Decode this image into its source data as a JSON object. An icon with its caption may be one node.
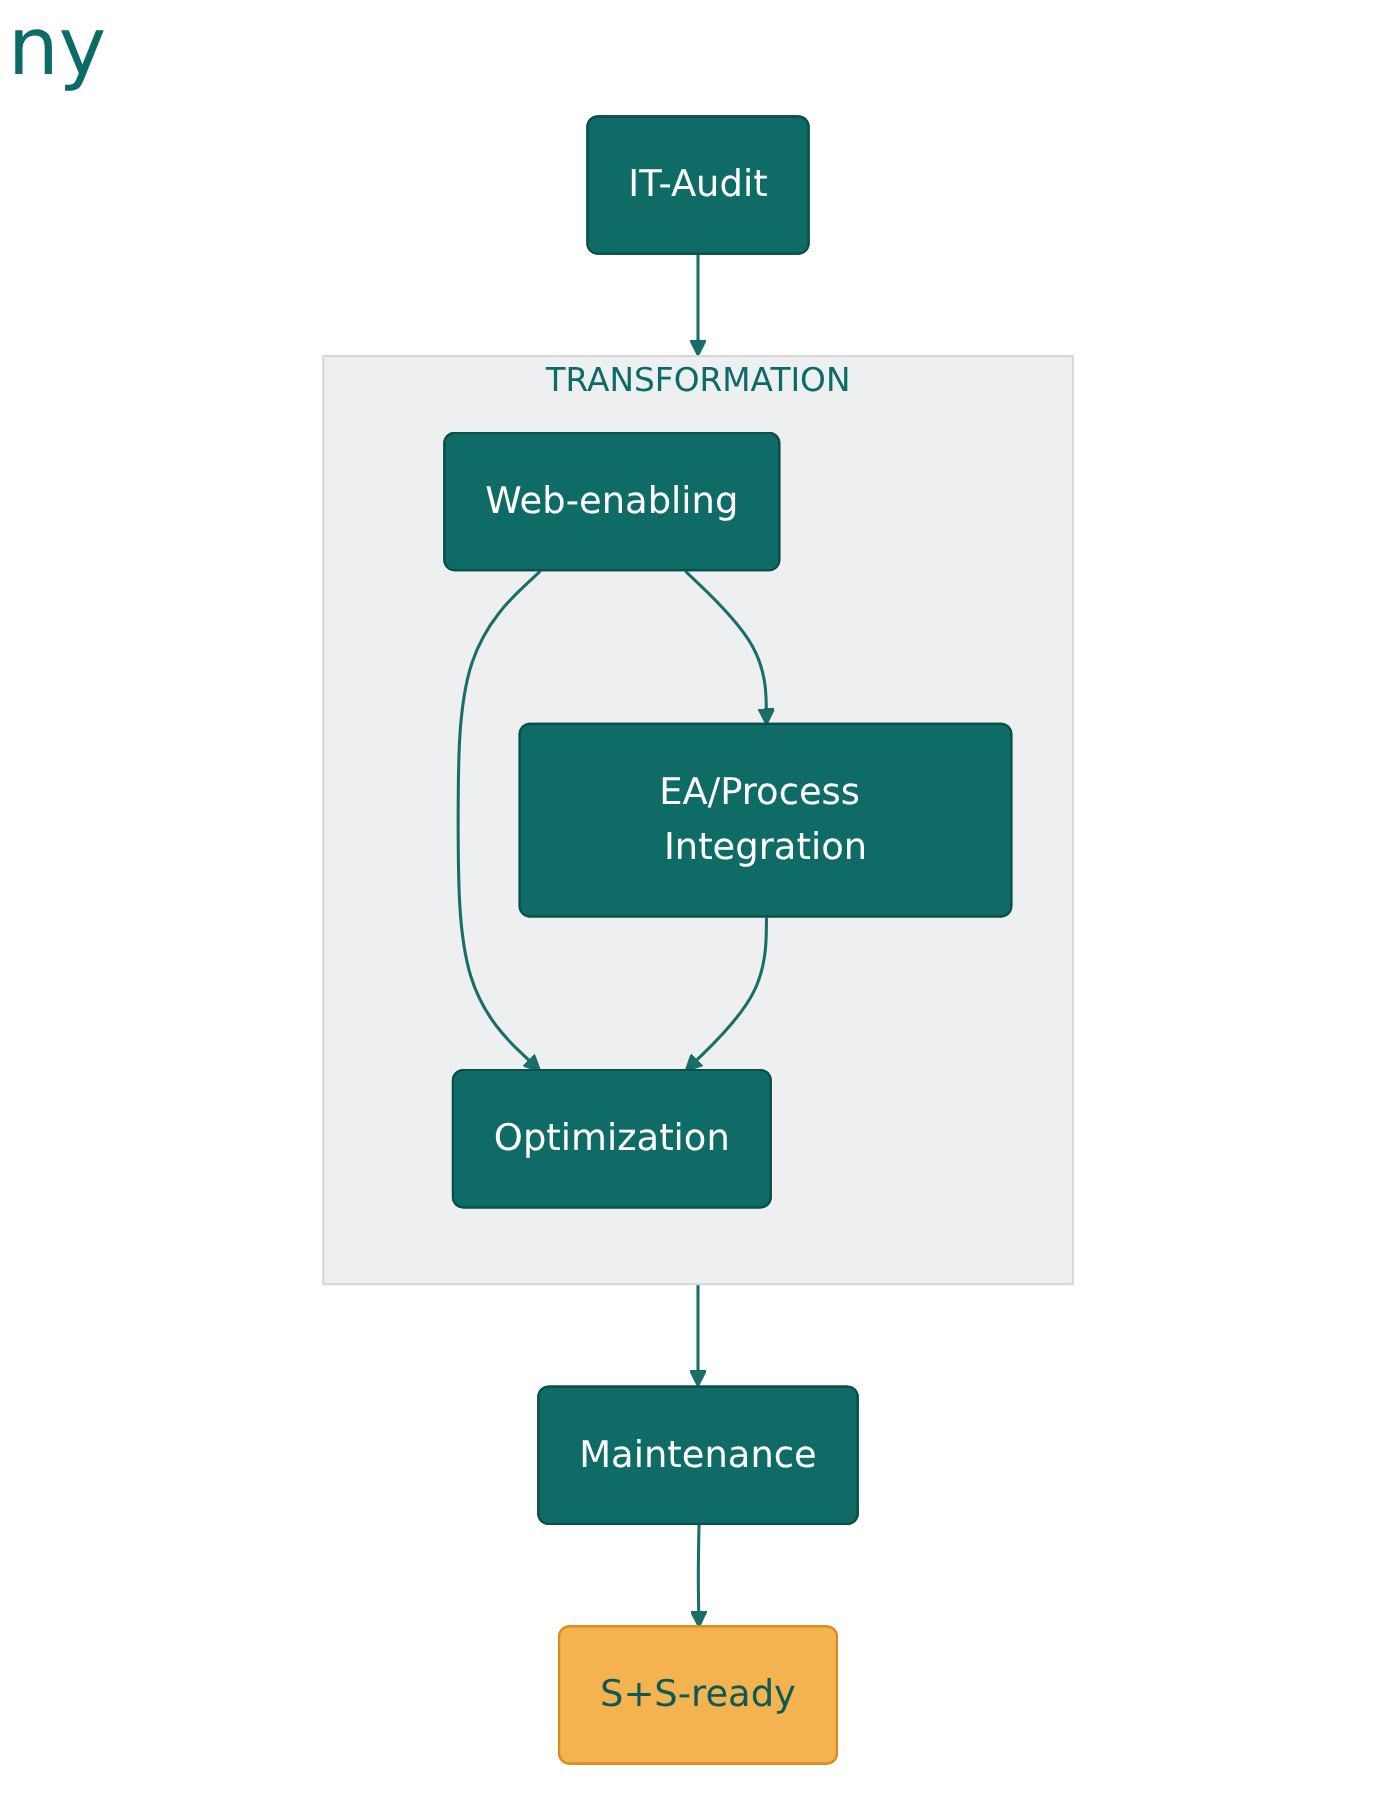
{
  "diagram": {
    "title": "ny",
    "nodes": [
      {
        "text": [
          "IT-Audit"
        ]
      },
      {
        "text": [
          "TRANSFORMATION"
        ]
      },
      {
        "text": [
          "Web-enabling"
        ],
        "in": 1
      },
      {
        "text": [
          "EA/Process Integration"
        ],
        "in": 1
      },
      {
        "text": [
          "Optimization"
        ],
        "in": 1
      },
      {
        "text": [
          "Maintenance"
        ]
      },
      {
        "text": [
          "S+S-ready"
        ]
      }
    ],
    "edges": [
      {
        "from": 0,
        "to": 1,
        "arrow": "to"
      },
      {
        "from": 2,
        "to": 3,
        "arrow": "to"
      },
      {
        "from": 2,
        "to": 4,
        "arrow": "to"
      },
      {
        "from": 3,
        "to": 4,
        "arrow": "to"
      },
      {
        "from": 1,
        "to": 5,
        "arrow": "to"
      },
      {
        "from": 5,
        "to": 6,
        "arrow": "to"
      }
    ]
  }
}
